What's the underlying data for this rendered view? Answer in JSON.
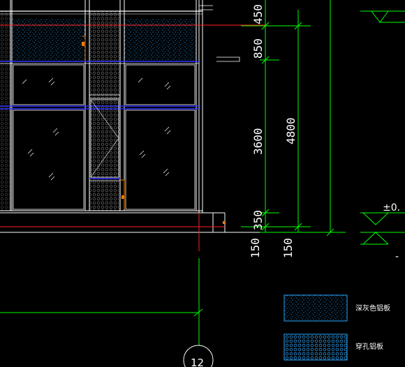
{
  "dimensions": {
    "chain": [
      "450",
      "850",
      "3600",
      "350"
    ],
    "overall": "4800",
    "bottom_left": "150",
    "bottom_right": "150"
  },
  "level_mark": "±0.",
  "grid_axis": "12",
  "legend": [
    {
      "label": "深灰色铝板",
      "pattern": "speckle"
    },
    {
      "label": "穿孔铝板",
      "pattern": "perforated"
    }
  ],
  "colors": {
    "background": "#000000",
    "frame": "#ffffff",
    "dimension": "#00ff00",
    "glazing_bar": "#3030ff",
    "panel": "#2aa8ff",
    "datum": "#ff2020",
    "marker": "#ff7a00"
  }
}
